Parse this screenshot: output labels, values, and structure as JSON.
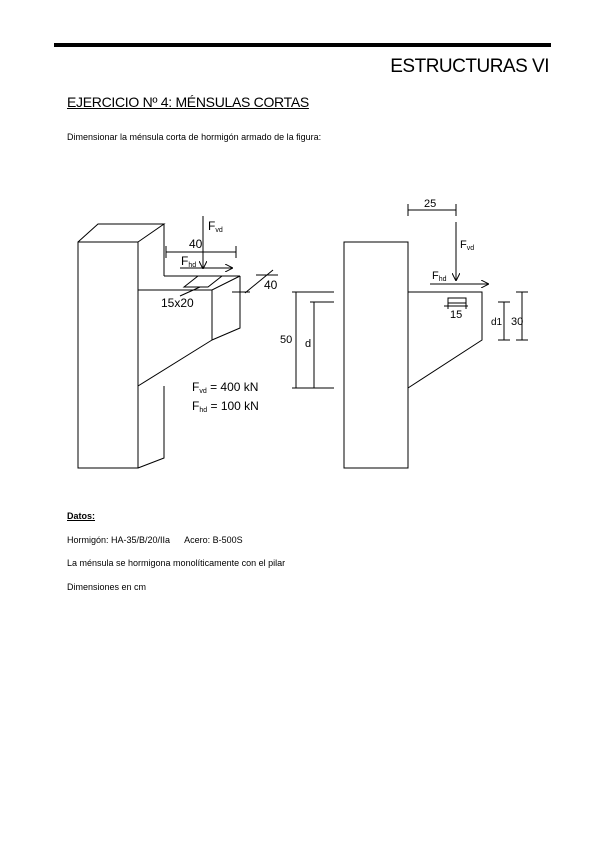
{
  "header": {
    "course": "ESTRUCTURAS VI"
  },
  "exercise": {
    "title": "EJERCICIO Nº 4: MÉNSULAS CORTAS",
    "statement": "Dimensionar la ménsula corta de hormigón armado de la figura:"
  },
  "figure": {
    "left": {
      "F_vd_main": "F",
      "F_vd_sub": "vd",
      "F_hd_main": "F",
      "F_hd_sub": "hd",
      "dim_width": "40",
      "dim_depth": "40",
      "plate": "15x20",
      "load_v_main": "F",
      "load_v_sub": "vd",
      "load_v_value": " = 400 kN",
      "load_h_main": "F",
      "load_h_sub": "hd",
      "load_h_value": " = 100 kN"
    },
    "right": {
      "dim_top": "25",
      "F_vd_main": "F",
      "F_vd_sub": "vd",
      "F_hd_main": "F",
      "F_hd_sub": "hd",
      "dim_plate": "15",
      "dim_height": "50",
      "dim_d": "d",
      "dim_d1": "d1",
      "dim_end": "30"
    }
  },
  "data_section": {
    "heading": "Datos:",
    "concrete": "Hormigón: HA-35/B/20/IIa",
    "steel": "Acero: B-500S",
    "monolithic": "La ménsula se hormigona monolíticamente con el pilar",
    "units": "Dimensiones en cm"
  }
}
